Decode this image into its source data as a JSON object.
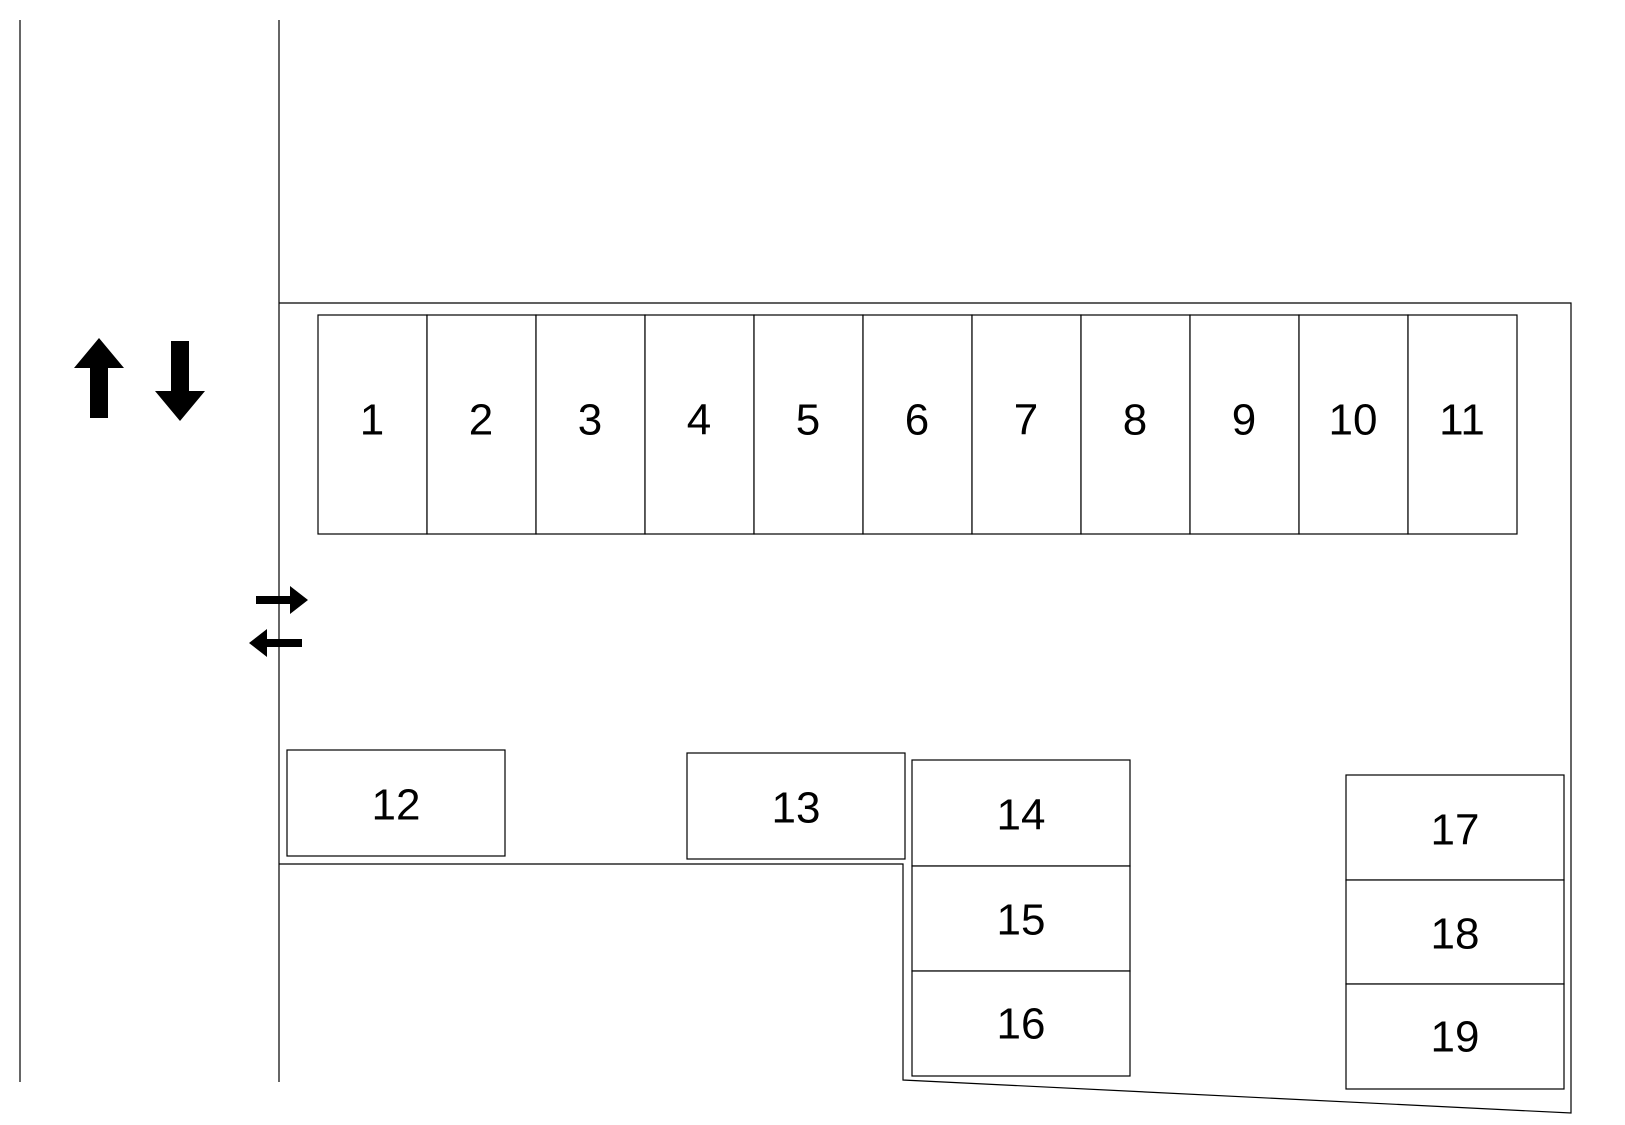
{
  "diagram": {
    "type": "parking-lot-map",
    "line_color": "#000000",
    "background": "#ffffff",
    "road_direction_icons": [
      "arrow-up-icon",
      "arrow-down-icon"
    ],
    "entrance_icon": "two-way-entrance-arrows-icon",
    "spaces": {
      "s1": "1",
      "s2": "2",
      "s3": "3",
      "s4": "4",
      "s5": "5",
      "s6": "6",
      "s7": "7",
      "s8": "8",
      "s9": "9",
      "s10": "10",
      "s11": "11",
      "s12": "12",
      "s13": "13",
      "s14": "14",
      "s15": "15",
      "s16": "16",
      "s17": "17",
      "s18": "18",
      "s19": "19"
    }
  }
}
